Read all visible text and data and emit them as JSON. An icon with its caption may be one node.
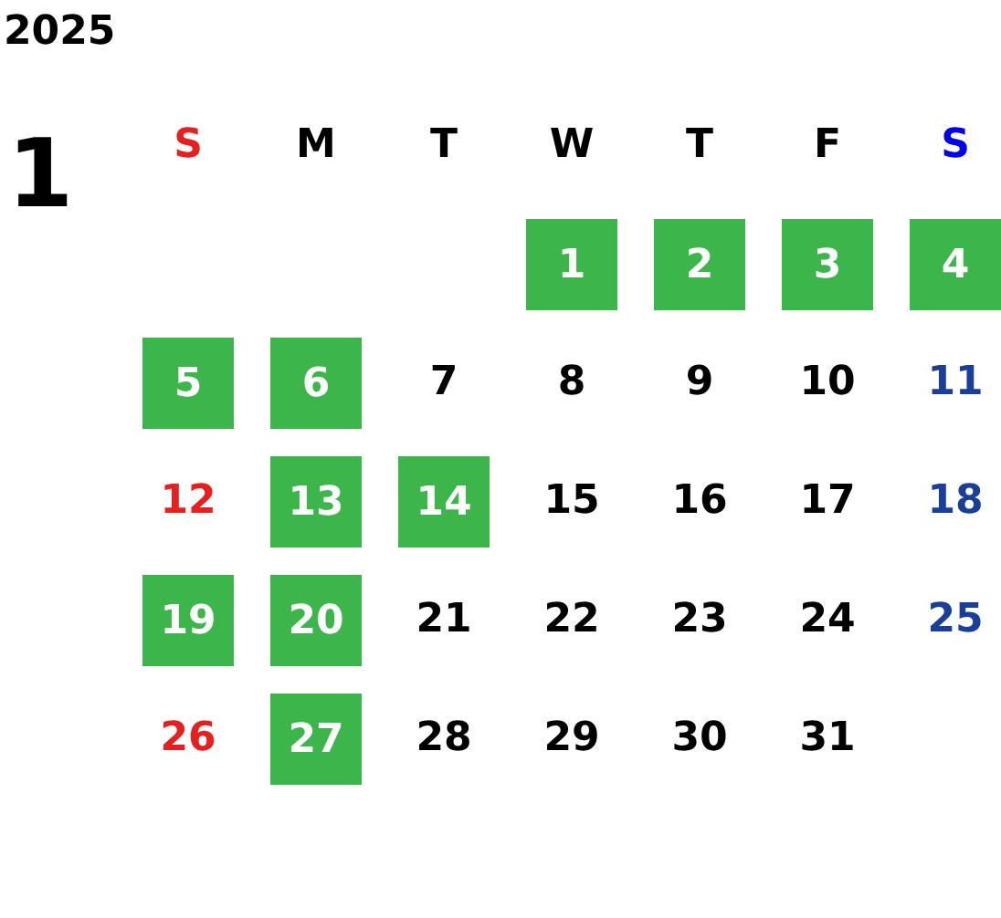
{
  "diagram": {
    "nodes": [
      {
        "text": [
          "1"
        ]
      },
      {
        "text": [
          "2"
        ]
      },
      {
        "text": [
          "3"
        ]
      },
      {
        "text": [
          "4"
        ]
      },
      {
        "text": [
          "5"
        ]
      },
      {
        "text": [
          "6"
        ]
      },
      {
        "text": [
          "13"
        ]
      },
      {
        "text": [
          "14"
        ]
      },
      {
        "text": [
          "19"
        ]
      },
      {
        "text": [
          "20"
        ]
      },
      {
        "text": [
          "27"
        ]
      }
    ],
    "labels": [
      "2025",
      "1",
      "S",
      "M",
      "T",
      "W",
      "T",
      "F",
      "S",
      "7",
      "8",
      "9",
      "10",
      "11",
      "12",
      "15",
      "16",
      "17",
      "18",
      "21",
      "22",
      "23",
      "24",
      "25",
      "26",
      "28",
      "29",
      "30",
      "31"
    ]
  }
}
